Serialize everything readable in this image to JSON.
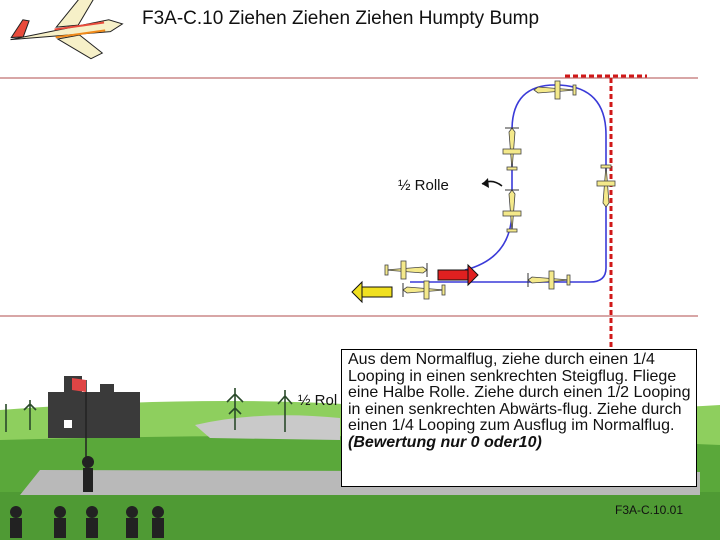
{
  "title": "F3A-C.10 Ziehen Ziehen Ziehen Humpty Bump",
  "roll_label": "½ Rolle",
  "roll_label_ground": "½ Rol",
  "description": {
    "text": "Aus dem Normalflug, ziehe durch einen 1/4 Looping in einen senkrechten Steigflug. Fliege eine Halbe Rolle. Ziehe durch einen 1/2 Looping in einen senkrechten Abwärts-flug. Ziehe durch einen 1/4 Looping zum Ausflug im Normalflug. ",
    "scoring": "(Bewertung nur 0 oder10)"
  },
  "figure_code": "F3A-C.10.01",
  "colors": {
    "sky": "#ffffff",
    "horizon_line": "#c07070",
    "ground_light": "#8ecf5e",
    "ground_dark": "#4f9a34",
    "runway": "#b9b9b9",
    "path": "#3a3ad8",
    "entry_arrow": "#e02020",
    "exit_arrow": "#f0e020",
    "box_marker": "#d01818",
    "aircraft_body": "#f4e98a"
  },
  "icons": [
    "aircraft-logo-icon",
    "aircraft-icon",
    "roll-arrow-icon",
    "flag-icon",
    "castle-icon",
    "tree-icon",
    "judge-icon"
  ]
}
